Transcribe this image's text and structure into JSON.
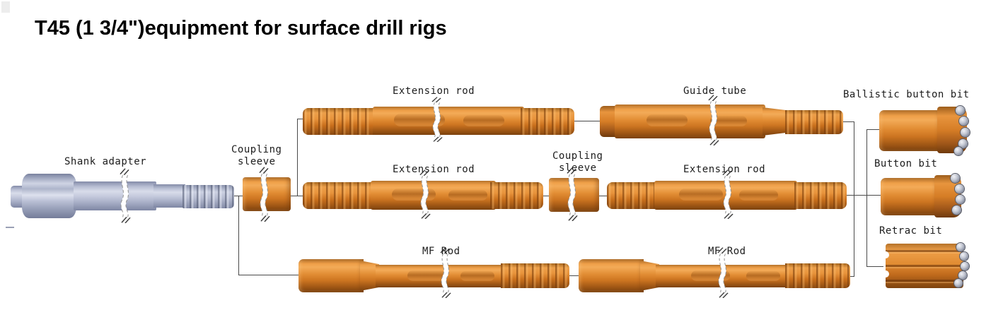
{
  "title": "T45 (1 3/4\")equipment for surface drill rigs",
  "colors": {
    "orange": "#e0892e",
    "steel_gray": "#b6bcd1",
    "connector_line": "#4a4a4a"
  },
  "components": {
    "shank_adapter": {
      "label": "Shank adapter"
    },
    "coupling_sleeve_1": {
      "label_line1": "Coupling",
      "label_line2": "sleeve"
    },
    "extension_rod_top": {
      "label": "Extension rod"
    },
    "guide_tube": {
      "label": "Guide tube"
    },
    "ballistic_button_bit": {
      "label": "Ballistic button bit"
    },
    "extension_rod_mid_left": {
      "label": "Extension rod"
    },
    "coupling_sleeve_2": {
      "label_line1": "Coupling",
      "label_line2": "sleeve"
    },
    "extension_rod_mid_right": {
      "label": "Extension rod"
    },
    "button_bit": {
      "label": "Button bit"
    },
    "mf_rod_left": {
      "label": "MF Rod"
    },
    "mf_rod_right": {
      "label": "MF Rod"
    },
    "retrac_bit": {
      "label": "Retrac bit"
    }
  }
}
